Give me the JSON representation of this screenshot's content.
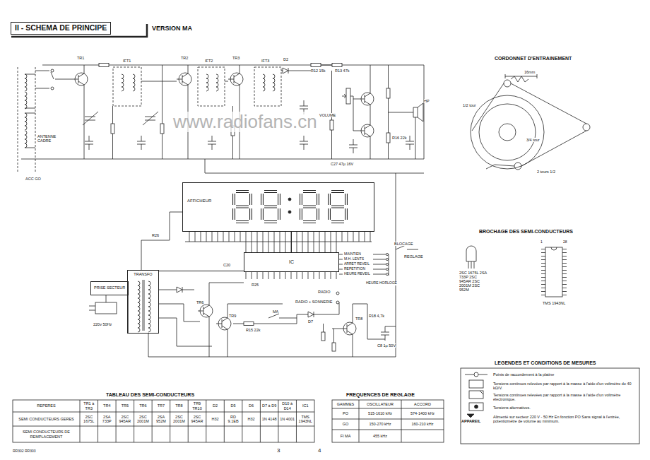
{
  "diagram": {
    "title": "II - SCHEMA DE PRINCIPE",
    "nodes": [
      {
        "text": [
          "AFFICHEUR"
        ]
      },
      {
        "text": [
          "IC"
        ]
      },
      {
        "text": [
          "PRISE SECTEUR"
        ]
      },
      {
        "text": [
          "TRANSFO"
        ]
      }
    ],
    "edges": [
      {
        "from": 0,
        "to": 1,
        "arrow": "none"
      },
      {
        "from": 3,
        "to": 1,
        "arrow": "none"
      },
      {
        "from": 2,
        "to": 3,
        "arrow": "none"
      }
    ],
    "labels": [
      "VERSION MA",
      "CORDONNET D'ENTRAINEMENT",
      "16mm",
      "1/2 tour",
      "3/4 tour",
      "2 tours 1/2",
      "BROCHAGE DES SEMI-CONDUCTEURS",
      "2SC 1675L 2SA 733P 2SC 945AR 2SC 2001M 2SC 952M",
      "TMS 1943NL",
      "1",
      "28",
      "LEGENDES ET CONDITIONS DE MESURES",
      "APPAREIL",
      "Alimenté sur secteur 220 V - 50 Hz En fonction PO Sans signal à l'entrée, potentiomètre de volume au minimum.",
      "TABLEAU DES SEMI-CONDUCTEURS",
      "FREQUENCES DE REGLAGE",
      "RR302 RR303",
      "3",
      "4",
      "www.radiofans.cn",
      "TR1",
      "IFT1",
      "TR2",
      "IFT2",
      "TR3",
      "IFT3",
      "D2",
      "R12 15k",
      "R13 47k",
      "VOLUME",
      "HP",
      "R16 22k",
      "C27 47µ 16V",
      "ANTENNE CADRE",
      "ACC GO",
      "BLOCAGE",
      "REGLAGE",
      "MAINTIEN",
      "M.H. LENTS",
      "ARRET REVEIL",
      "REPETITION",
      "HEURE REVEIL",
      "HEURE HORLOGE",
      "220v 50Hz",
      "RADIO",
      "RADIO + SONNERIE",
      "D7",
      "TR6",
      "TR9",
      "TR8",
      "MA",
      "R15 22k",
      "R18 4,7k",
      "C8 1µ 50V",
      "R26",
      "R25",
      "C20",
      "REPERES",
      "TR1 à TR3",
      "TR4",
      "TR5",
      "TR6",
      "TR7",
      "TR8",
      "TR9 TR10",
      "D2",
      "D5",
      "D6",
      "D7 à D9",
      "D10 à D14",
      "IC1",
      "SEMI CONDUCTEURS GERES",
      "2SC 1675L",
      "2SA 733P",
      "2SC 945AR",
      "2SC 2001M",
      "2SA 952M",
      "2SC 2001M",
      "2SC 945AR",
      "H32",
      "RD 9.1EB",
      "H32",
      "1N 4148",
      "1N 4001",
      "TMS 1943NL",
      "SEMI CONDUCTEURS DE REMPLACEMENT",
      "GAMMES",
      "OSCILLATEUR",
      "ACCORD",
      "PO",
      "515-1610 kHz",
      "574-1400 kHz",
      "GO",
      "150-270 kHz",
      "160-210 kHz",
      "FI MA",
      "455 kHz"
    ],
    "legend": [
      {
        "text": "Points de raccordement à la platine"
      },
      {
        "text": "Tensions continues relevées par rapport à la masse à l'aide d'un voltmètre de 40 kΩ/V."
      },
      {
        "text": "Tensions continues relevées par rapport à la masse à l'aide d'un voltmètre électronique."
      },
      {
        "text": "Tensions alternatives."
      }
    ]
  }
}
